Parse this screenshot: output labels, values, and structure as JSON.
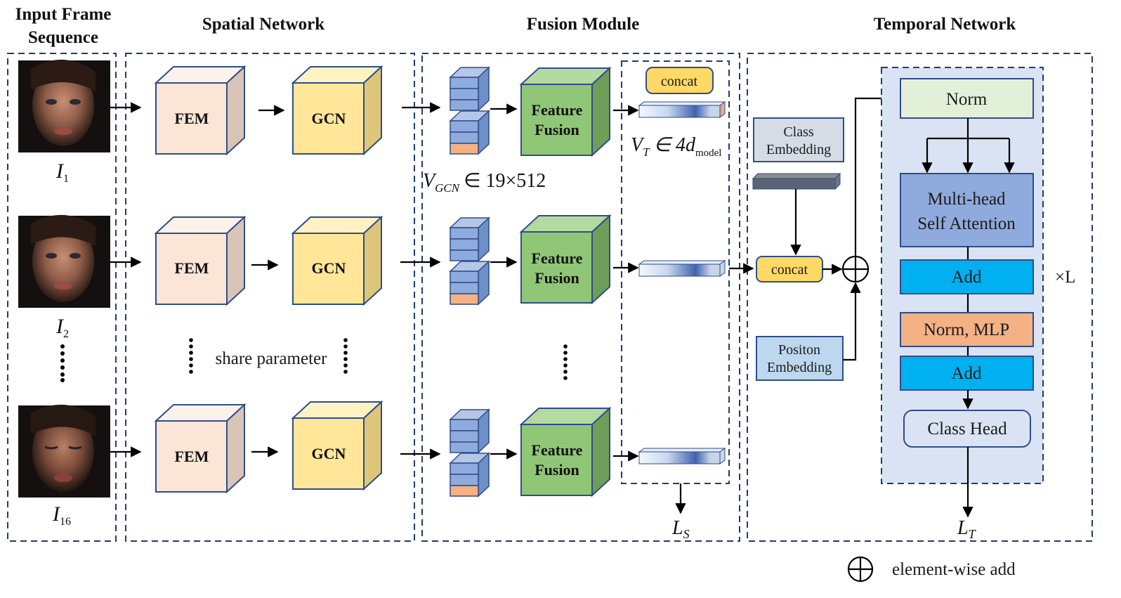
{
  "headers": {
    "input": [
      "Input Frame",
      "Sequence"
    ],
    "spatial": "Spatial  Network",
    "fusion": "Fusion Module",
    "temporal": "Temporal  Network"
  },
  "frames": [
    {
      "sub": "1"
    },
    {
      "sub": "2"
    },
    {
      "sub": "16"
    }
  ],
  "frame_var": "I",
  "spatial": {
    "fem_label": "FEM",
    "gcn_label": "GCN",
    "share_label": "share parameter"
  },
  "fusion": {
    "feature_fusion": [
      "Feature",
      "Fusion"
    ],
    "concat_label": "concat",
    "vgcn": {
      "base": "V",
      "sub": "GCN",
      "rest": "∈ 19×512"
    },
    "vt": {
      "base": "V",
      "sub": "T",
      "rest": "∈ 4d",
      "sub2": "model"
    },
    "loss": {
      "base": "L",
      "sub": "S"
    }
  },
  "temporal": {
    "class_embedding": [
      "Class",
      "Embedding"
    ],
    "position_embedding": [
      "Positon",
      "Embedding"
    ],
    "concat_label": "concat",
    "norm": "Norm",
    "mhsa": [
      "Multi-head",
      "Self Attention"
    ],
    "add1": "Add",
    "norm_mlp": "Norm, MLP",
    "add2": "Add",
    "class_head": "Class Head",
    "repeat": "×L",
    "loss": {
      "base": "L",
      "sub": "T"
    }
  },
  "legend": {
    "label": "element-wise add"
  },
  "colors": {
    "dash_border": "#1f3d6e",
    "fem": "#fbe5d6",
    "gcn": "#ffe699",
    "feature_fusion": "#8fc777",
    "concat": "#ffd966",
    "norm": "#e2f0d9",
    "mhsa": "#8faadc",
    "add": "#00b0f0",
    "norm_mlp": "#f4b183",
    "class_head": "#dae3f3",
    "transformer_bg": "#dae3f3"
  }
}
